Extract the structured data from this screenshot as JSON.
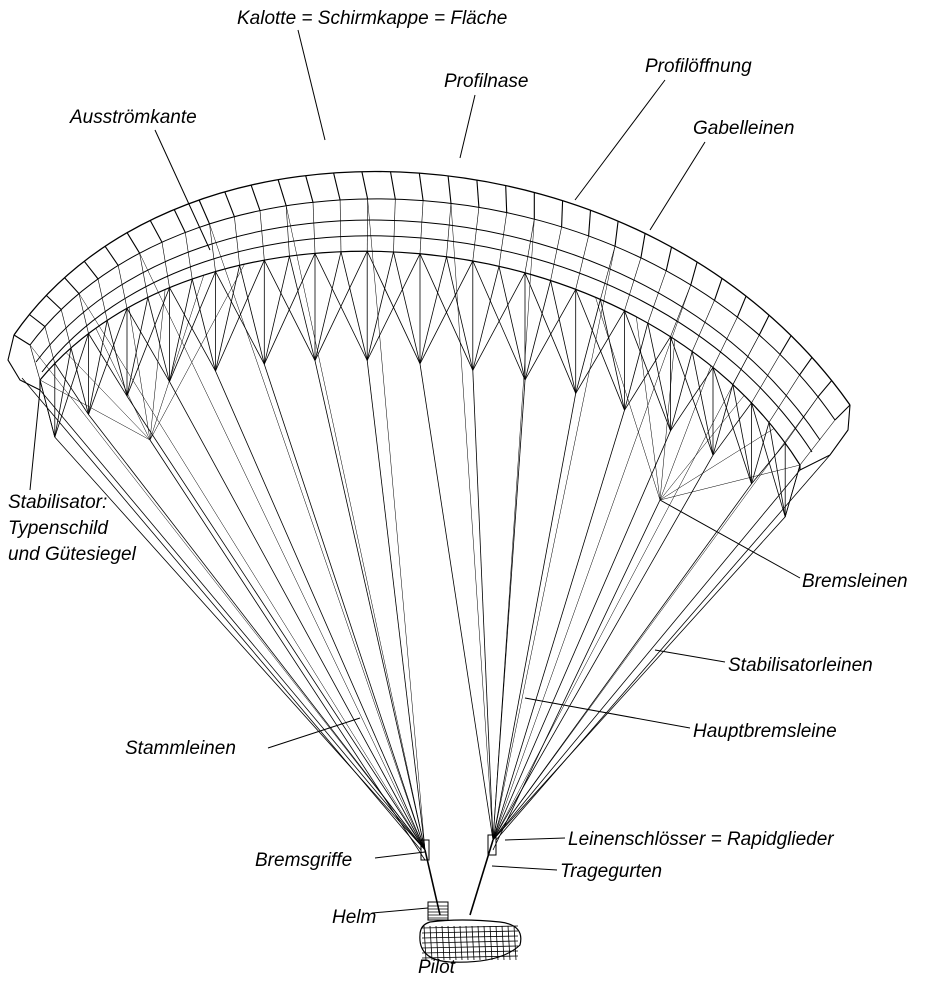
{
  "diagram": {
    "labels": {
      "kalotte": "Kalotte = Schirmkappe = Fläche",
      "profilnase": "Profilnase",
      "profiloeffnung": "Profilöffnung",
      "ausstroemkante": "Ausströmkante",
      "gabelleinen": "Gabelleinen",
      "stabilisator_line1": "Stabilisator:",
      "stabilisator_line2": "Typenschild",
      "stabilisator_line3": "und Gütesiegel",
      "bremsleinen": "Bremsleinen",
      "stabilisatorleinen": "Stabilisatorleinen",
      "hauptbremsleine": "Hauptbremsleine",
      "stammleinen": "Stammleinen",
      "leinenschloesser": "Leinenschlösser = Rapidglieder",
      "bremsgriffe": "Bremsgriffe",
      "tragegurten": "Tragegurten",
      "helm": "Helm",
      "pilot": "Pilot"
    },
    "colors": {
      "ink": "#000000",
      "paper": "#ffffff"
    }
  }
}
